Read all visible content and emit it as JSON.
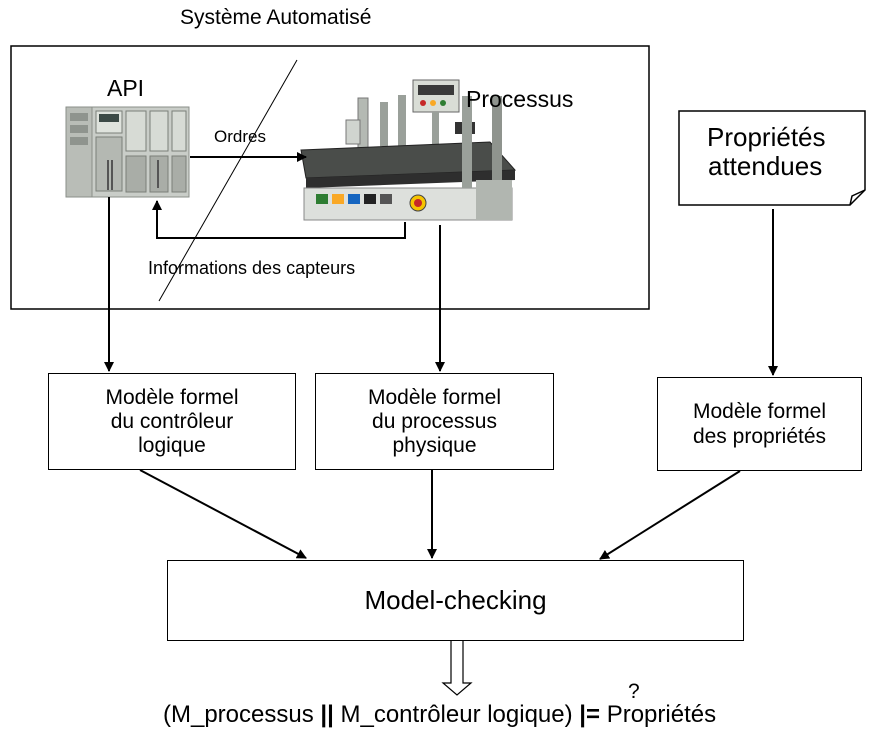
{
  "system": {
    "title": "Système Automatisé"
  },
  "plc": {
    "label": "API"
  },
  "process": {
    "label": "Processus"
  },
  "edges": {
    "orders": "Ordres",
    "sensors": "Informations des capteurs"
  },
  "properties": {
    "line1": "Propriétés",
    "line2": "attendues"
  },
  "models": {
    "controller": [
      "Modèle formel",
      "du contrôleur",
      "logique"
    ],
    "process": [
      "Modèle formel",
      "du processus",
      "physique"
    ],
    "properties": [
      "Modèle formel",
      "des propriétés"
    ]
  },
  "checker": {
    "label": "Model-checking"
  },
  "result": {
    "question": "?",
    "open": "(M_processus ",
    "parallel": "||",
    "mid": " M_contrôleur logique) ",
    "satisfies": "|=",
    "close": " Propriétés"
  },
  "colors": {
    "stroke": "#000000",
    "plc_body": "#c9cdc8",
    "process_frame": "#aeb3ad"
  },
  "icons": {
    "plc": "plc-device-image",
    "process": "automated-process-image"
  }
}
